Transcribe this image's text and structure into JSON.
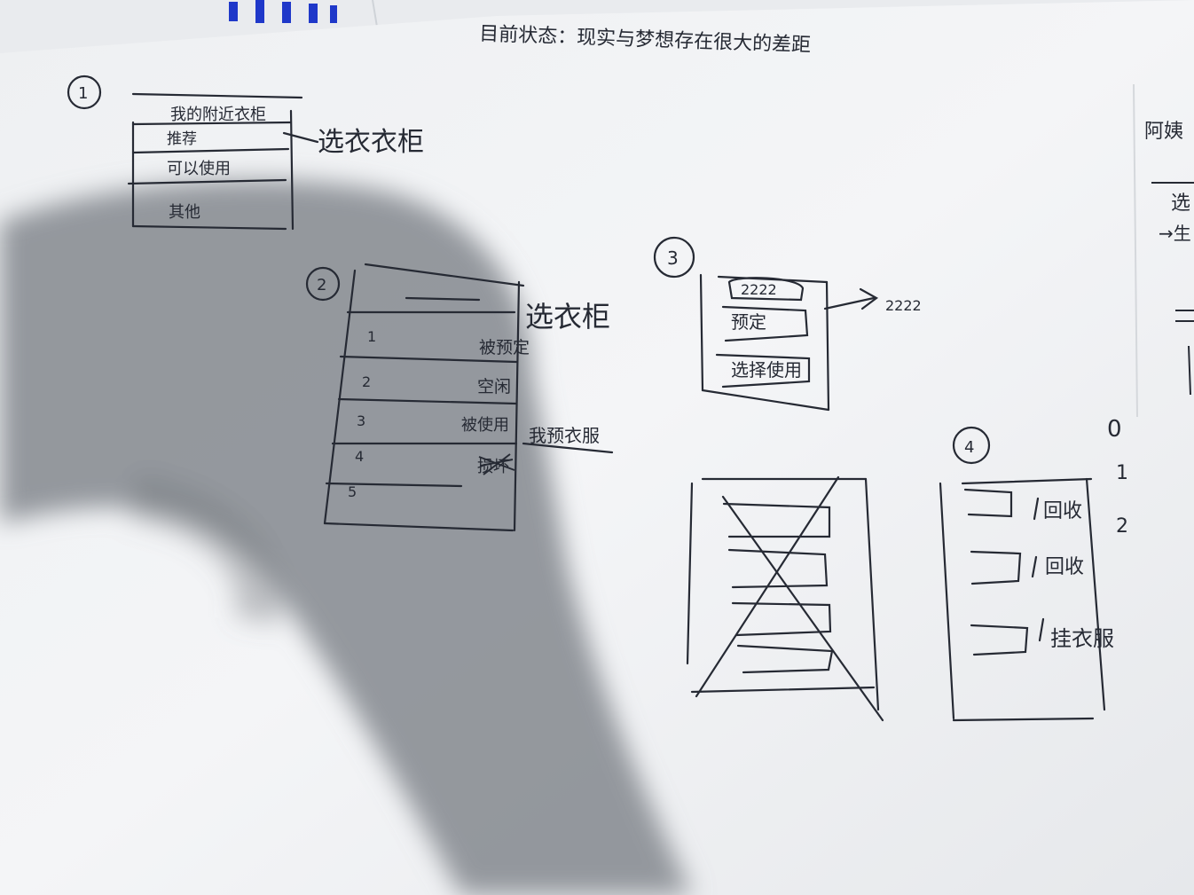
{
  "header_note": "目前状态：现实与梦想存在很大的差距",
  "sketch_1": {
    "number": "1",
    "rows": [
      "我的附近衣柜",
      "推荐",
      "可以使用",
      "其他"
    ],
    "annotation": "选衣衣柜"
  },
  "sketch_2": {
    "number": "2",
    "annotation": "选衣柜",
    "rows": [
      {
        "index": "1",
        "label": "被预定"
      },
      {
        "index": "2",
        "label": "空闲"
      },
      {
        "index": "3",
        "label": "被使用"
      },
      {
        "index": "4",
        "label": "损坏"
      },
      {
        "index": "5",
        "label": ""
      }
    ],
    "side_note": "我预衣服"
  },
  "sketch_3": {
    "number": "3",
    "rows": [
      "2222",
      "预定",
      "选择使用"
    ],
    "arrow_label": "2222"
  },
  "sketch_4": {
    "number": "4",
    "rows": [
      "回收",
      "回收",
      "挂衣服"
    ]
  },
  "margin_numbers": [
    "0",
    "1",
    "2"
  ],
  "right_edge_notes": [
    "阿姨",
    "选",
    "→生"
  ],
  "colors": {
    "ink": "#262a34",
    "paper": "#f3f4f6",
    "shadow": "#8e9298"
  }
}
